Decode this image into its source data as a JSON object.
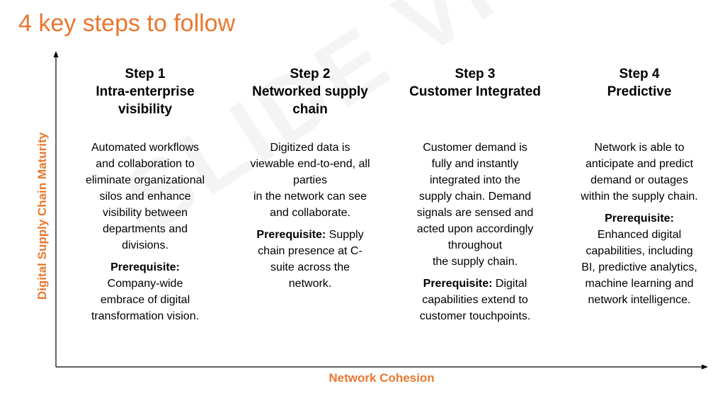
{
  "title": "4 key steps to follow",
  "watermark": "SLIDE VIVID",
  "axes": {
    "y_label": "Digital Supply Chain Maturity",
    "x_label": "Network Cohesion"
  },
  "steps": [
    {
      "number": "Step 1",
      "name_lines": [
        "Intra-enterprise",
        "visibility"
      ],
      "description_lines": [
        "Automated workflows",
        "and collaboration to",
        "eliminate organizational",
        "silos and enhance",
        "visibility between",
        "departments and",
        "divisions."
      ],
      "prereq_label": "Prerequisite:",
      "prereq_lines": [
        "Company-wide",
        "embrace of digital",
        "transformation vision."
      ]
    },
    {
      "number": "Step 2",
      "name_lines": [
        "Networked supply",
        "chain"
      ],
      "description_lines": [
        "Digitized data is",
        "viewable  end-to-end, all",
        "parties",
        "in the network can see",
        "and collaborate."
      ],
      "prereq_label": "Prerequisite:",
      "prereq_first": " Supply",
      "prereq_lines": [
        "chain presence at C-",
        "suite across the",
        "network."
      ]
    },
    {
      "number": "Step 3",
      "name_lines": [
        "Customer Integrated"
      ],
      "description_lines": [
        "Customer demand is",
        "fully and instantly",
        "integrated into the",
        "supply chain. Demand",
        "signals are sensed and",
        "acted upon accordingly",
        "throughout",
        "the supply chain."
      ],
      "prereq_label": "Prerequisite:",
      "prereq_first": " Digital",
      "prereq_lines": [
        "capabilities extend to",
        "customer touchpoints."
      ]
    },
    {
      "number": "Step 4",
      "name_lines": [
        "Predictive"
      ],
      "description_lines": [
        "Network is able to",
        "anticipate and predict",
        "demand or outages",
        "within the supply chain."
      ],
      "prereq_label": "Prerequisite:",
      "prereq_lines": [
        "Enhanced digital",
        "capabilities, including",
        "BI, predictive analytics,",
        "machine learning and",
        "network intelligence."
      ]
    }
  ]
}
